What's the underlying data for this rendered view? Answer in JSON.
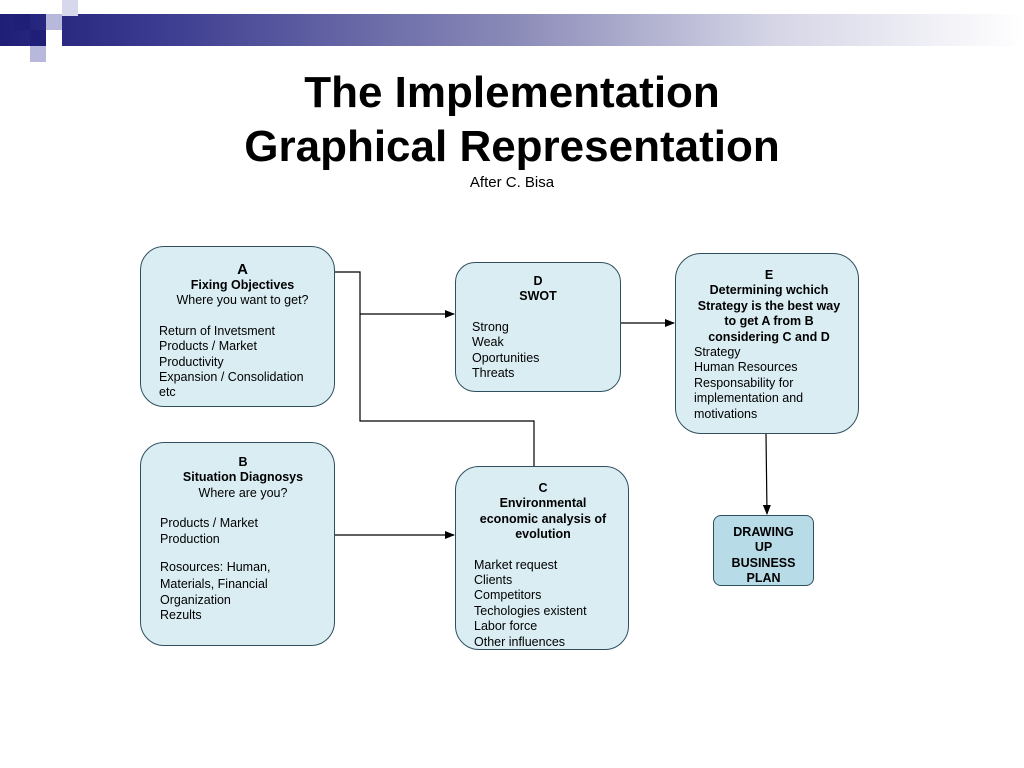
{
  "title": {
    "line1": "The Implementation",
    "line2": "Graphical Representation",
    "subtitle": "After C. Bisa"
  },
  "boxes": {
    "a": {
      "letter": "A",
      "heading": "Fixing Objectives",
      "question": "Where you want to get?",
      "items": [
        "Return of Invetsment",
        "Products / Market",
        "Productivity",
        "Expansion / Consolidation",
        "etc"
      ]
    },
    "b": {
      "letter": "B",
      "heading": "Situation Diagnosys",
      "question": "Where are you?",
      "items": [
        "Products / Market",
        "Production",
        "Rosources: Human,",
        "Materials, Financial",
        "Organization",
        "Rezults"
      ]
    },
    "c": {
      "letter": "C",
      "heading": [
        "Environmental",
        "economic analysis of",
        "evolution"
      ],
      "items": [
        "Market request",
        "Clients",
        "Competitors",
        "Techologies existent",
        "Labor force",
        "Other influences"
      ]
    },
    "d": {
      "letter": "D",
      "heading": "SWOT",
      "items": [
        "Strong",
        "Weak",
        "Oportunities",
        "Threats"
      ]
    },
    "e": {
      "letter": "E",
      "heading": [
        "Determining wchich",
        "Strategy is the best way",
        "to get A from B",
        "considering C and D"
      ],
      "items": [
        "Strategy",
        "Human Resources",
        "Responsability for",
        "implementation and",
        "motivations"
      ]
    },
    "plan": {
      "lines": [
        "DRAWING",
        "UP",
        "BUSINESS",
        "PLAN"
      ]
    }
  },
  "colors": {
    "box_fill": "#daedf3",
    "plan_fill": "#b8dbe8",
    "border": "#2f4f5f",
    "bar_dark": "#1f1f78"
  }
}
